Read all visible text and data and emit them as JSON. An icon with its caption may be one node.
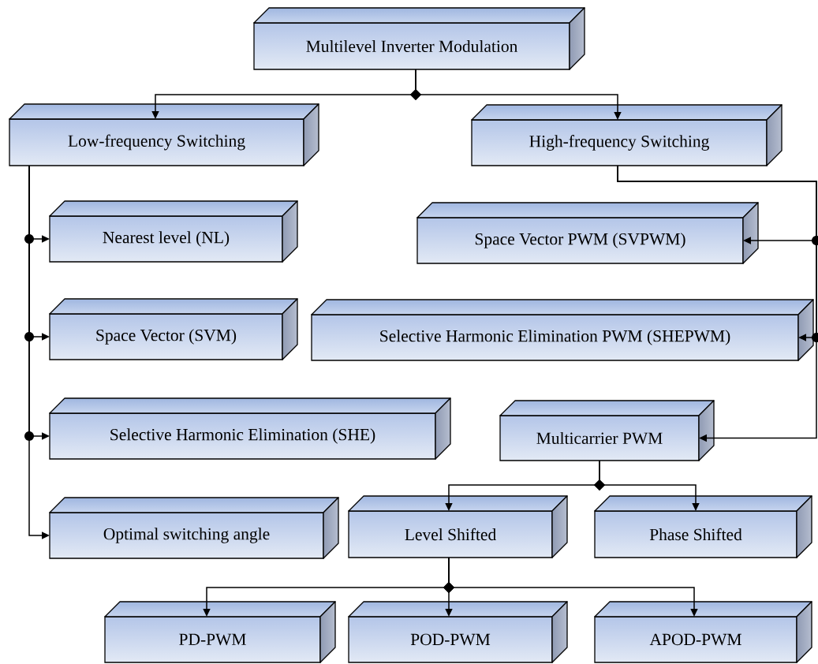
{
  "diagram": {
    "nodes": [
      {
        "text": [
          "Multilevel Inverter Modulation"
        ]
      },
      {
        "text": [
          "Low-frequency Switching"
        ]
      },
      {
        "text": [
          "High-frequency Switching"
        ]
      },
      {
        "text": [
          "Nearest level (NL)"
        ]
      },
      {
        "text": [
          "Space Vector (SVM)"
        ]
      },
      {
        "text": [
          "Selective Harmonic Elimination (SHE)"
        ]
      },
      {
        "text": [
          "Optimal switching angle"
        ]
      },
      {
        "text": [
          "Space Vector PWM (SVPWM)"
        ]
      },
      {
        "text": [
          "Selective Harmonic Elimination PWM (SHEPWM)"
        ]
      },
      {
        "text": [
          "Multicarrier PWM"
        ]
      },
      {
        "text": [
          "Level Shifted"
        ]
      },
      {
        "text": [
          "Phase Shifted"
        ]
      },
      {
        "text": [
          "PD-PWM"
        ]
      },
      {
        "text": [
          "POD-PWM"
        ]
      },
      {
        "text": [
          "APOD-PWM"
        ]
      }
    ],
    "edges": [
      {
        "from": 0,
        "to": 1,
        "arrow": "to"
      },
      {
        "from": 0,
        "to": 2,
        "arrow": "to"
      },
      {
        "from": 1,
        "to": 3,
        "arrow": "to"
      },
      {
        "from": 1,
        "to": 4,
        "arrow": "to"
      },
      {
        "from": 1,
        "to": 5,
        "arrow": "to"
      },
      {
        "from": 1,
        "to": 6,
        "arrow": "to"
      },
      {
        "from": 2,
        "to": 7,
        "arrow": "to"
      },
      {
        "from": 2,
        "to": 8,
        "arrow": "to"
      },
      {
        "from": 2,
        "to": 9,
        "arrow": "to"
      },
      {
        "from": 9,
        "to": 10,
        "arrow": "to"
      },
      {
        "from": 9,
        "to": 11,
        "arrow": "to"
      },
      {
        "from": 10,
        "to": 12,
        "arrow": "to"
      },
      {
        "from": 10,
        "to": 13,
        "arrow": "to"
      },
      {
        "from": 10,
        "to": 14,
        "arrow": "to"
      }
    ]
  }
}
